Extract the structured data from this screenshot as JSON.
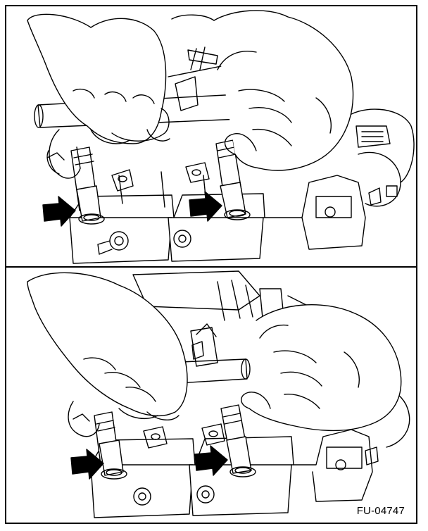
{
  "figure": {
    "id_label": "FU-04747"
  },
  "colors": {
    "ink": "#000000",
    "paper": "#ffffff",
    "arrow": "#000000"
  },
  "panels": [
    {
      "name": "top-panel",
      "description_key": "injectors-being-removed"
    },
    {
      "name": "bottom-panel",
      "description_key": "injectors-being-installed"
    }
  ],
  "icons": {
    "arrow": "filled-arrow-icon"
  }
}
